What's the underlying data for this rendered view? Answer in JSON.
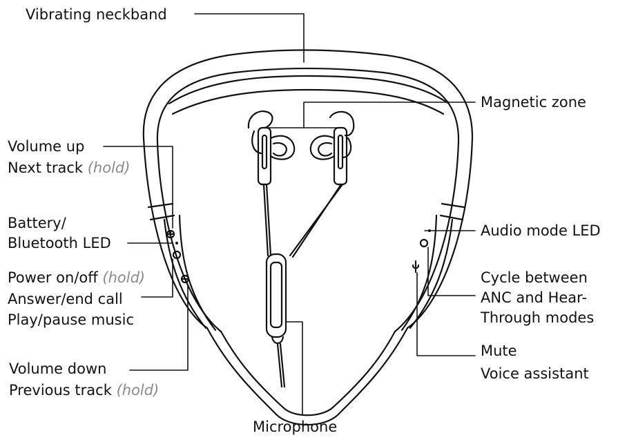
{
  "labels": {
    "vibrating_neckband": "Vibrating neckband",
    "magnetic_zone": "Magnetic zone",
    "volume_up": "Volume up",
    "next_track": "Next track",
    "battery_line1": "Battery/",
    "battery_line2": "Bluetooth LED",
    "power": "Power on/off",
    "answer_call": "Answer/end call",
    "play_pause": "Play/pause music",
    "volume_down": "Volume down",
    "previous_track": "Previous track",
    "audio_mode_led": "Audio mode LED",
    "cycle_line1": "Cycle between",
    "cycle_line2": "ANC and Hear-",
    "cycle_line3": "Through modes",
    "mute": "Mute",
    "voice_assistant": "Voice assistant",
    "microphone": "Microphone",
    "hold": "(hold)"
  },
  "colors": {
    "line": "#111111",
    "hold_text": "#8a8a8a"
  }
}
